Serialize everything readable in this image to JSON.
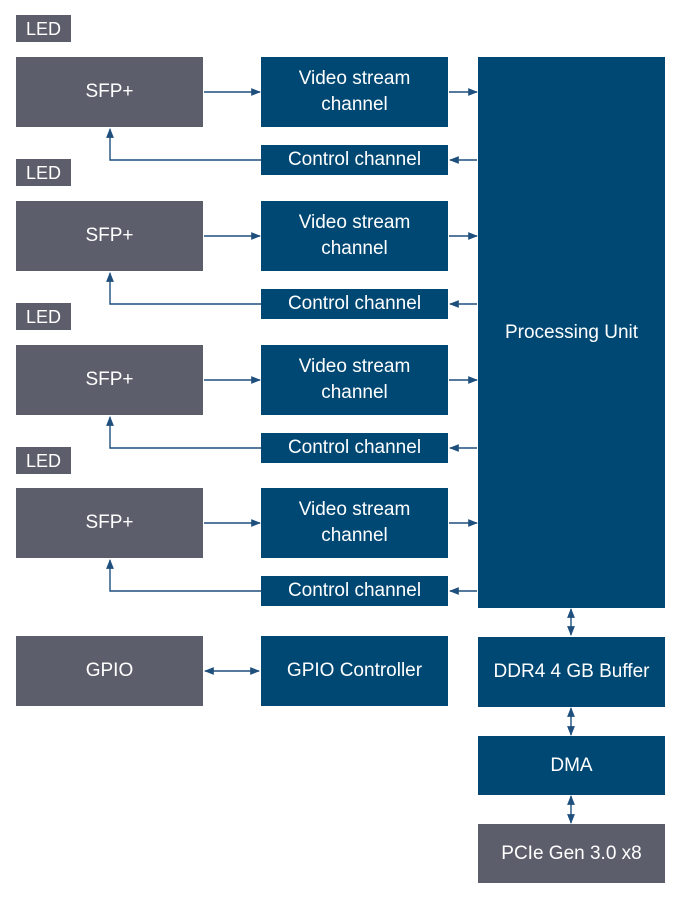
{
  "colors": {
    "gray_block": "#5d5e6b",
    "blue_block": "#004874",
    "connector": "#1f4f7d",
    "background": "#ffffff"
  },
  "channels": [
    {
      "led": "LED",
      "port": "SFP+",
      "video": "Video stream\nchannel",
      "control": "Control channel"
    },
    {
      "led": "LED",
      "port": "SFP+",
      "video": "Video stream\nchannel",
      "control": "Control channel"
    },
    {
      "led": "LED",
      "port": "SFP+",
      "video": "Video stream\nchannel",
      "control": "Control channel"
    },
    {
      "led": "LED",
      "port": "SFP+",
      "video": "Video stream\nchannel",
      "control": "Control channel"
    }
  ],
  "gpio": {
    "port": "GPIO",
    "controller": "GPIO Controller"
  },
  "processing_unit": "Processing Unit",
  "memory": "DDR4 4 GB Buffer",
  "dma": "DMA",
  "pcie": "PCIe Gen 3.0 x8"
}
